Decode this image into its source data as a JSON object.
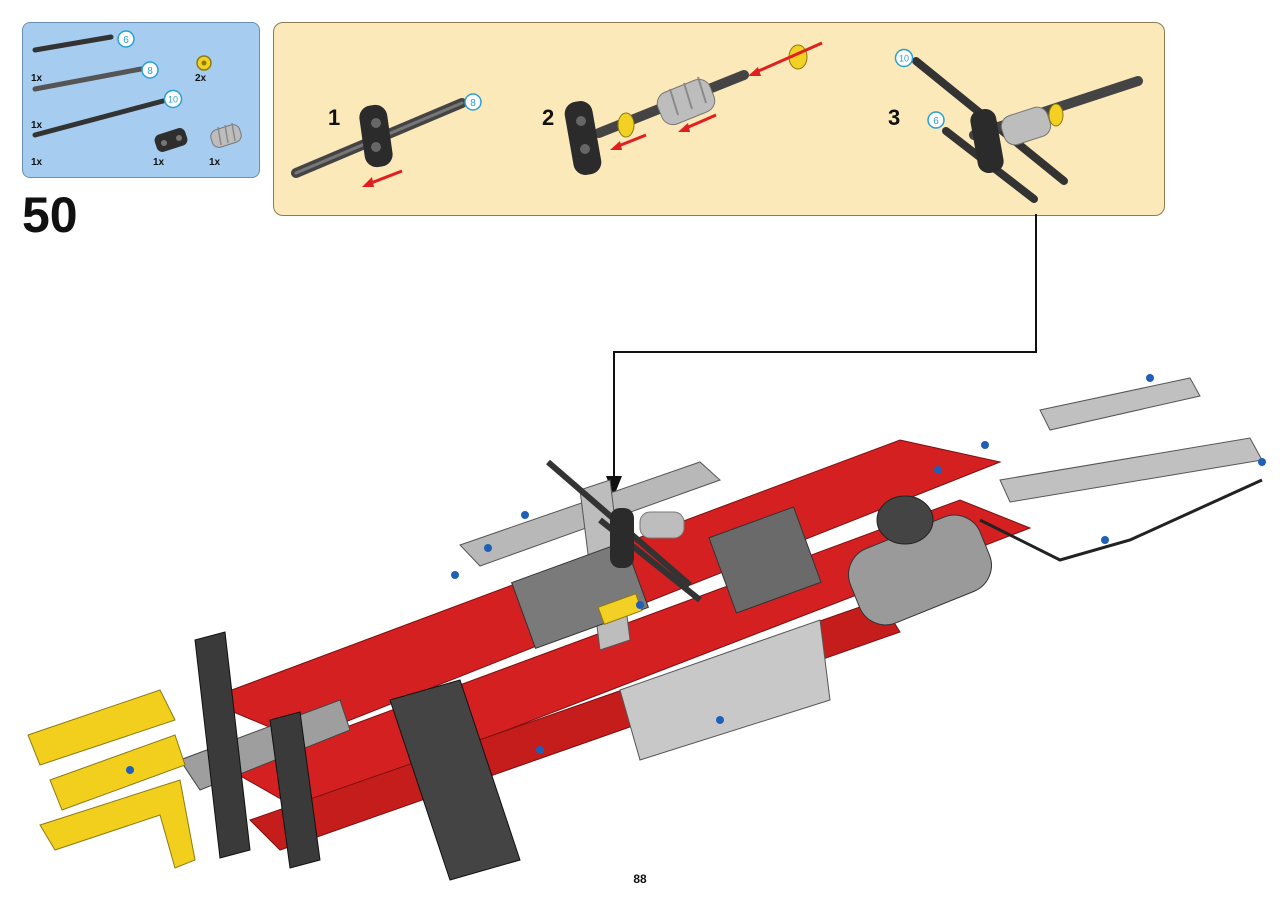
{
  "step": {
    "number": "50"
  },
  "page": {
    "number": "88"
  },
  "parts_list": [
    {
      "name": "axle",
      "length": "6",
      "quantity": "1x"
    },
    {
      "name": "axle",
      "length": "8",
      "quantity": "1x"
    },
    {
      "name": "axle",
      "length": "10",
      "quantity": "1x"
    },
    {
      "name": "bush",
      "quantity": "2x"
    },
    {
      "name": "cross-block",
      "quantity": "1x"
    },
    {
      "name": "worm-gear",
      "quantity": "1x"
    }
  ],
  "sub_steps": [
    {
      "number": "1",
      "axle_length": "8"
    },
    {
      "number": "2"
    },
    {
      "number": "3",
      "axle_lengths": [
        "10",
        "6"
      ]
    }
  ],
  "colors": {
    "parts_box_bg": "#a6cdef",
    "callout_bg": "#fbe9b9",
    "arrow": "#e02020",
    "badge_stroke": "#2aa0d0"
  }
}
